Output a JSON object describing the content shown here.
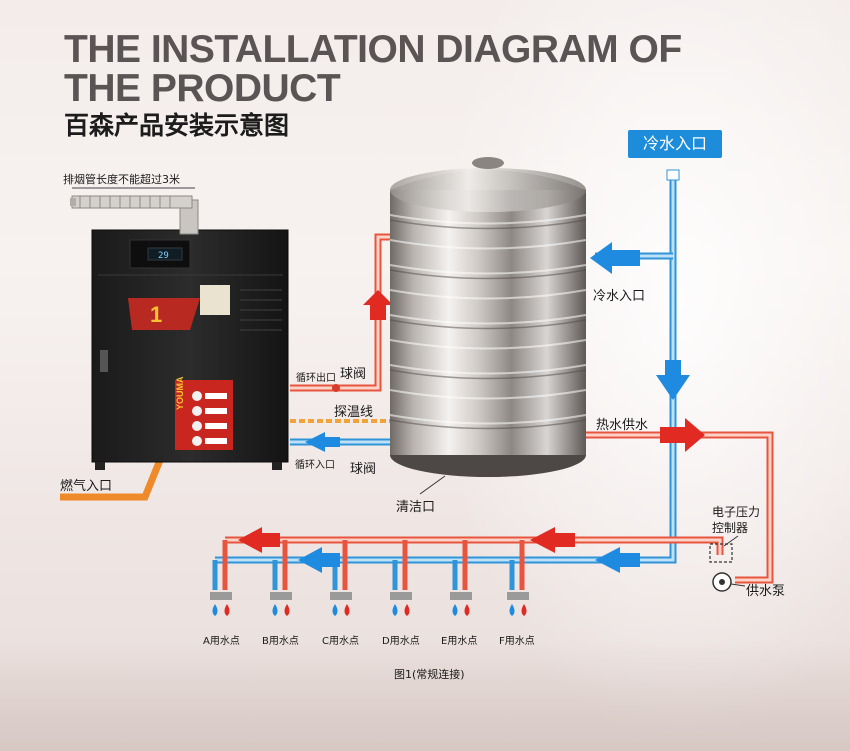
{
  "title_en": "THE INSTALLATION DIAGRAM OF THE PRODUCT",
  "title_cn": "百森产品安装示意图",
  "labels": {
    "exhaust_note": "排烟管长度不能超过3米",
    "cold_water_inlet_top": "冷水入口",
    "cold_water_inlet": "冷水入口",
    "circulation_outlet": "循环出口",
    "ball_valve_top": "球阀",
    "temp_probe_line": "探温线",
    "circulation_inlet": "循环入口",
    "ball_valve_bottom": "球阀",
    "gas_inlet": "燃气入口",
    "cleaning_port": "清洁口",
    "hot_water_supply": "热水供水",
    "pressure_controller_line1": "电子压力",
    "pressure_controller_line2": "控制器",
    "supply_pump": "供水泵",
    "caption": "图1(常规连接)"
  },
  "boiler": {
    "brand": "YOUMA",
    "display_value": "29",
    "logo_number": "1"
  },
  "outlets": [
    "A用水点",
    "B用水点",
    "C用水点",
    "D用水点",
    "E用水点",
    "F用水点"
  ],
  "colors": {
    "hot_pipe": "#e8553f",
    "cold_pipe": "#2f94d8",
    "arrow_red": "#e02a22",
    "arrow_blue": "#1f8be0",
    "gas_pipe": "#ef8a2b",
    "title_en": "#5a5554",
    "badge": "#1d8ddb"
  }
}
